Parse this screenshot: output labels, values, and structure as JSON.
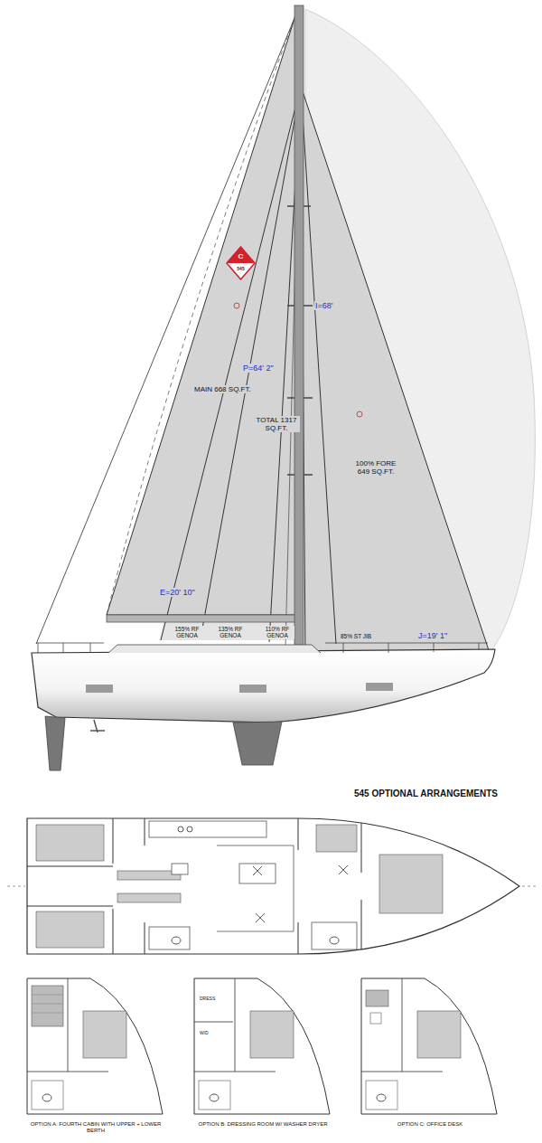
{
  "diagram": {
    "title": "545 OPTIONAL ARRANGEMENTS",
    "nodes": [
      {
        "text": [
          "C",
          "545"
        ]
      }
    ],
    "labels": [
      "I=68'",
      "P=64' 2\"",
      "MAIN 668 SQ.FT.",
      "TOTAL 1317 SQ.FT.",
      "100% FORE 649 SQ.FT.",
      "E=20' 10\"",
      "155% RF GENOA",
      "135% RF GENOA",
      "110% RF GENOA",
      "85% ST JIB",
      "J=19' 1\"",
      "DRESS",
      "W/D",
      "OPTION A: FOURTH CABIN WITH UPPER + LOWER BERTH",
      "OPTION B: DRESSING ROOM W/ WASHER DRYER",
      "OPTION C: OFFICE DESK"
    ]
  }
}
